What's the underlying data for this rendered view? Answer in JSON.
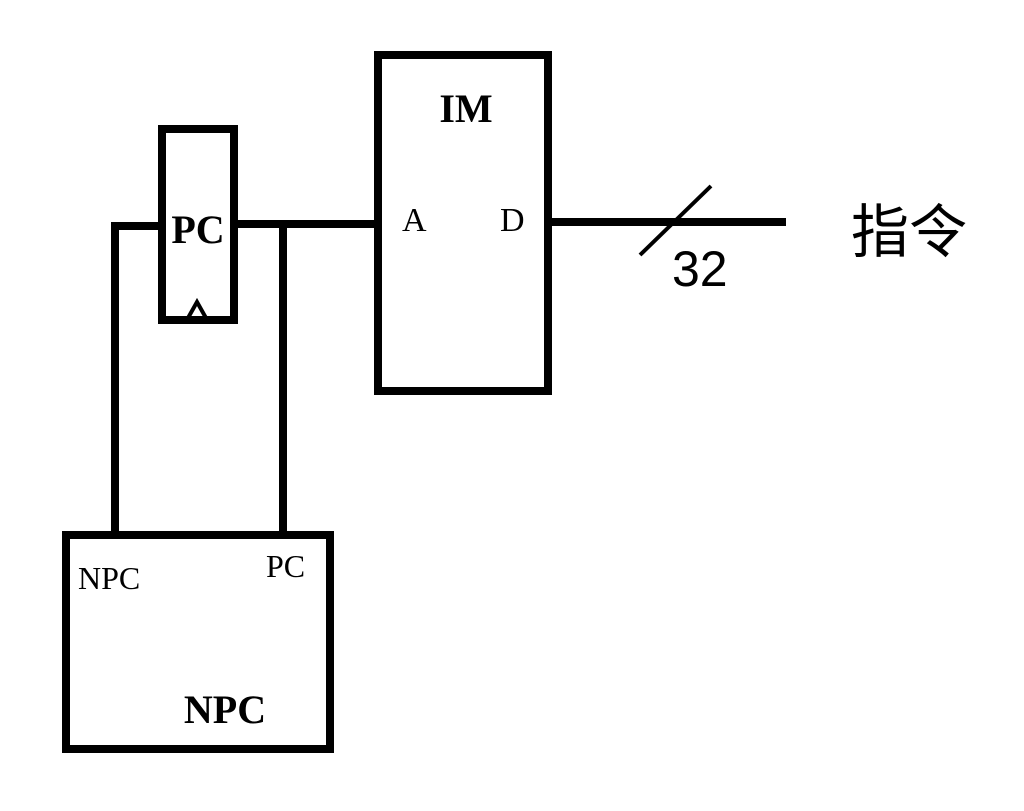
{
  "diagram": {
    "blocks": {
      "pc": {
        "label": "PC"
      },
      "im": {
        "title": "IM",
        "port_a": "A",
        "port_d": "D"
      },
      "npc": {
        "title": "NPC",
        "port_npc": "NPC",
        "port_pc": "PC"
      }
    },
    "bus": {
      "width": "32"
    },
    "output_label": "指令",
    "colors": {
      "stroke": "#000000",
      "background": "#ffffff"
    }
  }
}
